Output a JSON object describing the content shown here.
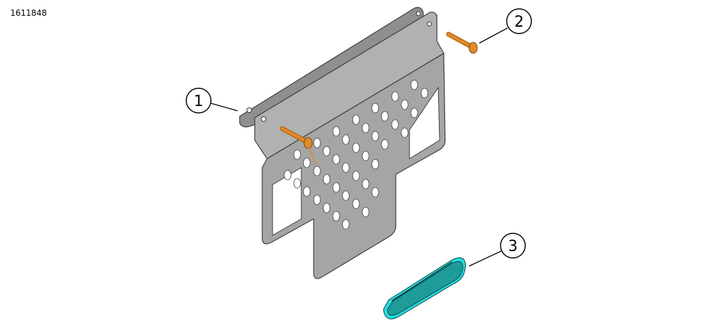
{
  "document_id": "1611848",
  "callouts": [
    {
      "number": "1",
      "part": "plate"
    },
    {
      "number": "2",
      "part": "screw"
    },
    {
      "number": "3",
      "part": "pad"
    }
  ],
  "colors": {
    "plate": "#a4a6a6",
    "plate_dark": "#5a5c5c",
    "screw": "#e08a2a",
    "pad": "#1e9c9a",
    "pad_edge": "#25d9dc"
  }
}
